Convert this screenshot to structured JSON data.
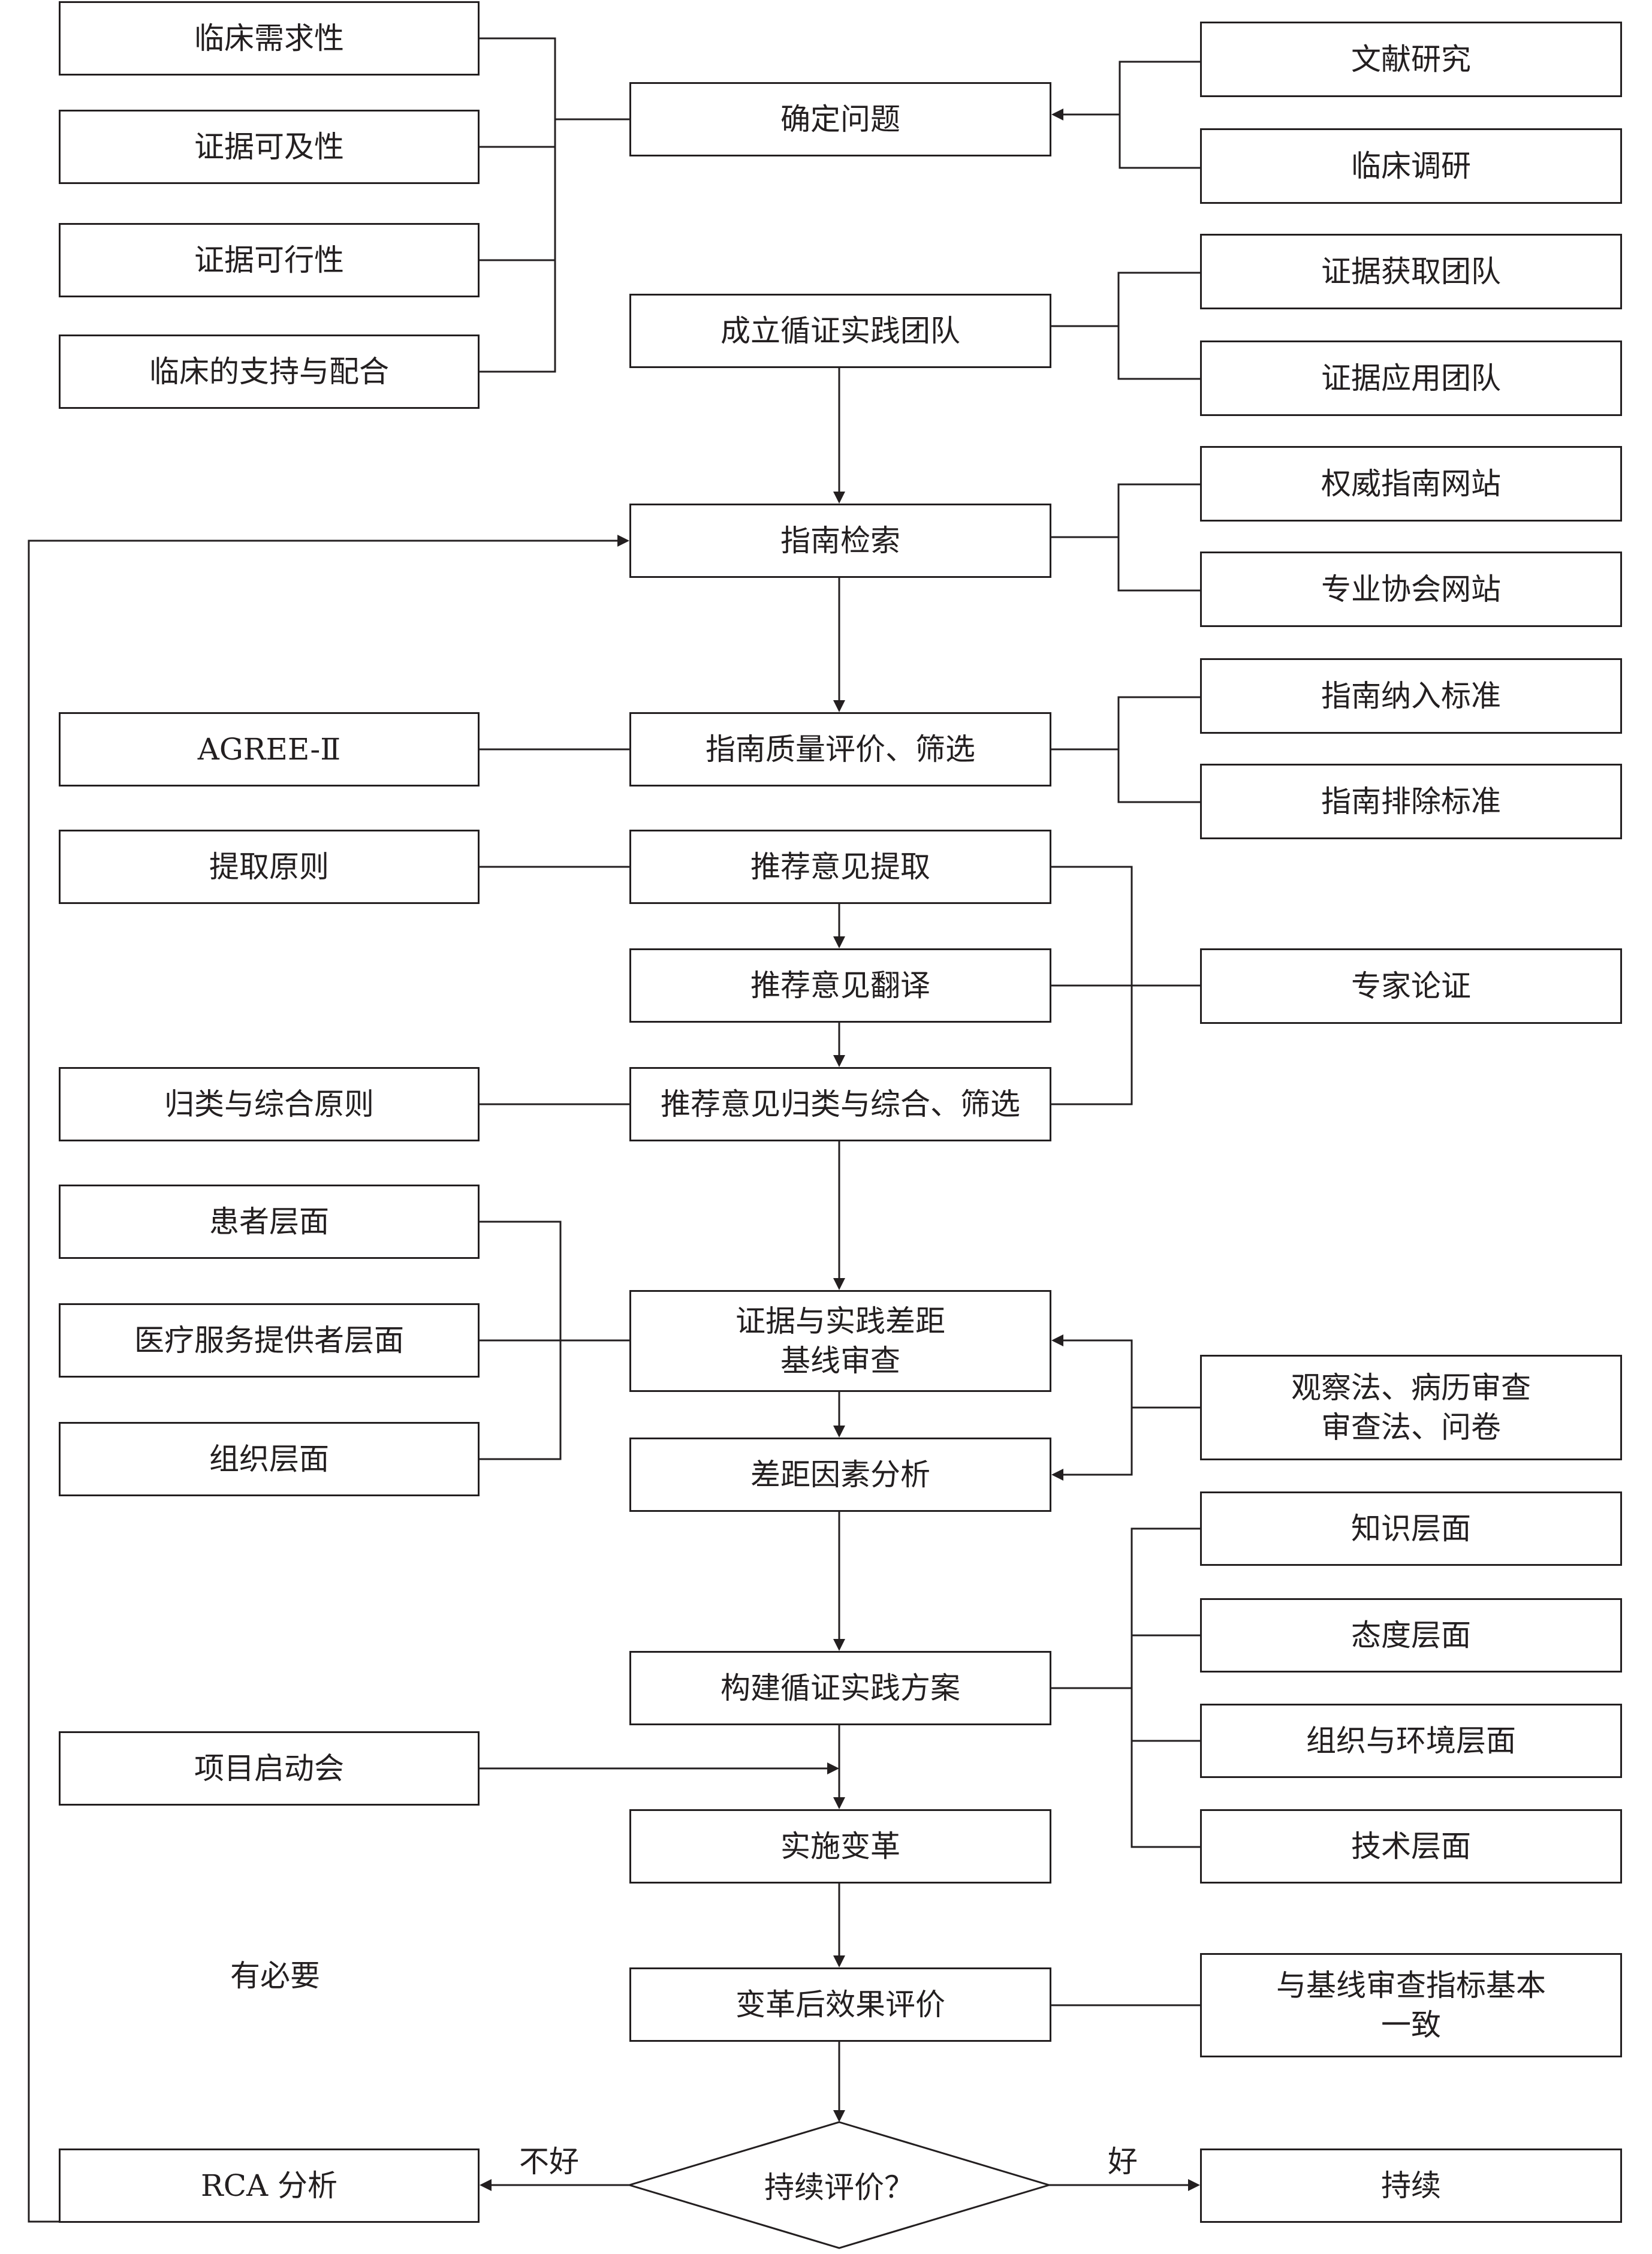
{
  "nodes": {
    "clinical_need": "临床需求性",
    "evidence_access": "证据可及性",
    "evidence_feasible": "证据可行性",
    "clinical_support": "临床的支持与配合",
    "define_problem": "确定问题",
    "literature": "文献研究",
    "clinical_survey": "临床调研",
    "establish_team": "成立循证实践团队",
    "evidence_team": "证据获取团队",
    "application_team": "证据应用团队",
    "guideline_search": "指南检索",
    "authority_sites": "权威指南网站",
    "association_sites": "专业协会网站",
    "agree": "AGREE-Ⅱ",
    "quality_eval": "指南质量评价、筛选",
    "inclusion": "指南纳入标准",
    "exclusion": "指南排除标准",
    "extract_principle": "提取原则",
    "rec_extract": "推荐意见提取",
    "rec_translate": "推荐意见翻译",
    "expert": "专家论证",
    "classify_principle": "归类与综合原则",
    "rec_classify": "推荐意见归类与综合、筛选",
    "patient_level": "患者层面",
    "provider_level": "医疗服务提供者层面",
    "org_level": "组织层面",
    "baseline": "证据与实践差距\n基线审查",
    "methods": "观察法、病历审查\n审查法、问卷",
    "gap_analysis": "差距因素分析",
    "knowledge": "知识层面",
    "attitude": "态度层面",
    "org_env": "组织与环境层面",
    "tech": "技术层面",
    "build_plan": "构建循证实践方案",
    "kickoff": "项目启动会",
    "implement": "实施变革",
    "post_eval": "变革后效果评价",
    "consistent": "与基线审查指标基本\n一致",
    "rca": "RCA 分析",
    "sustain": "持续"
  },
  "decision": "持续评价？",
  "labels": {
    "necessary": "有必要",
    "bad": "不好",
    "good": "好"
  }
}
